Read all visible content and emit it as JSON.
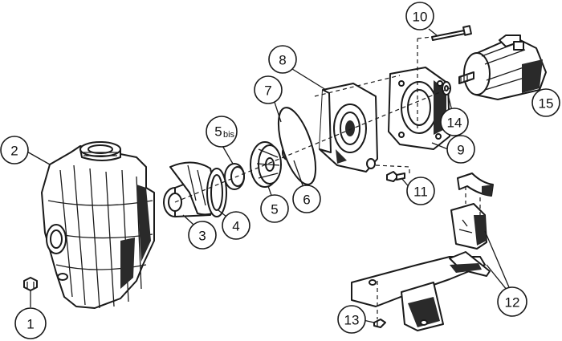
{
  "callouts": {
    "c1": "1",
    "c2": "2",
    "c3": "3",
    "c4": "4",
    "c5": "5",
    "c5bis_main": "5",
    "c5bis_sub": "bis",
    "c6": "6",
    "c7": "7",
    "c8": "8",
    "c9": "9",
    "c10": "10",
    "c11": "11",
    "c12": "12",
    "c13": "13",
    "c14": "14",
    "c15": "15"
  }
}
